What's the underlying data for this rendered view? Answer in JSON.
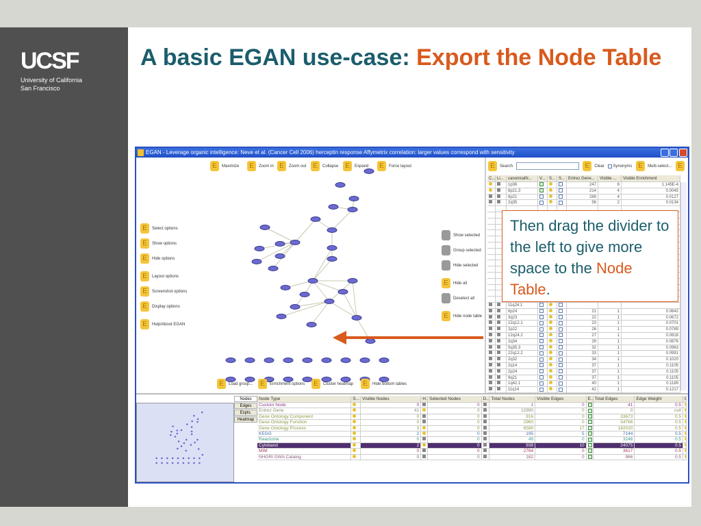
{
  "slide": {
    "title_part1": "A basic EGAN use-case: ",
    "title_part2": "Export the Node Table",
    "callout_part1": "Then drag the divider to the left to give more space to the ",
    "callout_highlight": "Node Table",
    "callout_end": "."
  },
  "logo": {
    "mark": "UCSF",
    "line1": "University of California",
    "line2": "San Francisco"
  },
  "colors": {
    "teal": "#1b5d6c",
    "orange": "#d85a1d",
    "selected_row": "#4f2f6e"
  },
  "window": {
    "title": "EGAN - Leverage organic intelligence: Neve et al. (Cancer Cell 2006) herceptin response Affymetrix correlation: larger values correspond with sensitivity"
  },
  "graph_toolbar": [
    "Maximize",
    "Zoom in",
    "Zoom out",
    "Collapse",
    "Expand",
    "Force layout"
  ],
  "left_menu": [
    "Select options",
    "Show options",
    "Hide options",
    "Layout options",
    "Screenshot options",
    "Display options",
    "Help/About EGAN"
  ],
  "mid_menu": [
    "Show selected",
    "Group selected",
    "Hide selected",
    "Hide all",
    "Deselect all",
    "Hide node table"
  ],
  "bottom_toolbar": [
    "Load group...",
    "Enrichment options",
    "Cluster heatmap",
    "Hide bottom tables"
  ],
  "search": {
    "label": "Search",
    "value": "",
    "clear": "Clear",
    "synonyms": "Synonyms",
    "multi": "Multi-select..."
  },
  "node_table": {
    "headers": [
      "C...",
      "Li...",
      "canonicalN...",
      "V...",
      "S...",
      "S...",
      "Entrez Gene...",
      "Visible ...",
      "Visible Enrichment"
    ],
    "top_rows": [
      {
        "c": "y",
        "name": "1p36",
        "v": true,
        "genes": "247",
        "vis": "6",
        "enr": "1.145E-4"
      },
      {
        "c": "y",
        "name": "6p21.3",
        "v": true,
        "genes": "214",
        "vis": "4",
        "enr": "0.0045"
      },
      {
        "c": "g",
        "name": "6p21",
        "v": false,
        "genes": "289",
        "vis": "4",
        "enr": "0.0127"
      },
      {
        "c": "g",
        "name": "2q35",
        "v": false,
        "genes": "56",
        "vis": "2",
        "enr": "0.0134"
      }
    ],
    "bottom_rows": [
      {
        "c": "g",
        "name": "11q24.1",
        "v": false,
        "genes": "",
        "vis": "",
        "enr": ""
      },
      {
        "c": "g",
        "name": "6p24",
        "v": false,
        "genes": "21",
        "vis": "1",
        "enr": "0.0642"
      },
      {
        "c": "g",
        "name": "3q23",
        "v": false,
        "genes": "22",
        "vis": "1",
        "enr": "0.0672"
      },
      {
        "c": "g",
        "name": "22q12.1",
        "v": false,
        "genes": "23",
        "vis": "1",
        "enr": "0.0701"
      },
      {
        "c": "g",
        "name": "2p22",
        "v": false,
        "genes": "26",
        "vis": "1",
        "enr": "0.0789"
      },
      {
        "c": "g",
        "name": "12q24.2",
        "v": false,
        "genes": "27",
        "vis": "1",
        "enr": "0.0818"
      },
      {
        "c": "g",
        "name": "2q34",
        "v": false,
        "genes": "29",
        "vis": "1",
        "enr": "0.0876"
      },
      {
        "c": "g",
        "name": "5q35.3",
        "v": false,
        "genes": "32",
        "vis": "1",
        "enr": "0.0963"
      },
      {
        "c": "g",
        "name": "22q12.2",
        "v": false,
        "genes": "33",
        "vis": "1",
        "enr": "0.0991"
      },
      {
        "c": "g",
        "name": "2q32",
        "v": false,
        "genes": "34",
        "vis": "1",
        "enr": "0.1020"
      },
      {
        "c": "g",
        "name": "2q14",
        "v": false,
        "genes": "37",
        "vis": "1",
        "enr": "0.1105"
      },
      {
        "c": "g",
        "name": "2p24",
        "v": false,
        "genes": "37",
        "vis": "1",
        "enr": "0.1105"
      },
      {
        "c": "g",
        "name": "9q21",
        "v": false,
        "genes": "37",
        "vis": "1",
        "enr": "0.1105"
      },
      {
        "c": "g",
        "name": "1q42.1",
        "v": false,
        "genes": "40",
        "vis": "1",
        "enr": "0.1189"
      },
      {
        "c": "g",
        "name": "11q14",
        "v": false,
        "genes": "41",
        "vis": "1",
        "enr": "0.1217"
      }
    ]
  },
  "bottom_tabs": [
    "Nodes",
    "Edges",
    "Expts.",
    "Heatmap"
  ],
  "type_table": {
    "headers": [
      "Node Type",
      "S...",
      "Visible Nodes",
      "H...",
      "Selected Nodes",
      "D...",
      "Total Nodes",
      "Visible Edges",
      "E...",
      "Total Edges",
      "Edge Weight",
      "C..."
    ],
    "rows": [
      {
        "type": "Custom Node",
        "color": "#8a3a8a",
        "vis": "0",
        "h": "g",
        "sel": "0",
        "total": "1",
        "vedges": "0",
        "tedges": "41",
        "w": "0.5"
      },
      {
        "type": "Entrez Gene",
        "color": "#8a8a70",
        "vis": "41",
        "h": "y",
        "sel": "0",
        "total": "12990",
        "vedges": "0",
        "tedges": "0",
        "w": "null"
      },
      {
        "type": "Gene Ontology Component",
        "color": "#8a9a40",
        "vis": "0",
        "h": "g",
        "sel": "0",
        "total": "916",
        "vedges": "0",
        "tedges": "33673",
        "w": "0.5"
      },
      {
        "type": "Gene Ontology Function",
        "color": "#8a9a40",
        "vis": "0",
        "h": "g",
        "sel": "0",
        "total": "2960",
        "vedges": "0",
        "tedges": "54766",
        "w": "0.5"
      },
      {
        "type": "Gene Ontology Process",
        "color": "#8a9a40",
        "vis": "3",
        "h": "y",
        "sel": "0",
        "total": "6589",
        "vedges": "17",
        "tedges": "182020",
        "w": "0.5"
      },
      {
        "type": "KEGG",
        "color": "#3a6aaa",
        "vis": "2",
        "h": "y",
        "sel": "0",
        "total": "195",
        "vedges": "5",
        "tedges": "7144",
        "w": "0.5"
      },
      {
        "type": "Reactome",
        "color": "#3a9a8a",
        "vis": "0",
        "h": "g",
        "sel": "0",
        "total": "49",
        "vedges": "0",
        "tedges": "3246",
        "w": "0.5"
      },
      {
        "type": "Cytoband",
        "color": "#ffffff",
        "vis": "2",
        "h": "y",
        "sel": "0",
        "total": "938",
        "vedges": "10",
        "tedges": "24075",
        "w": "0.5",
        "selected": true
      },
      {
        "type": "MIM",
        "color": "#aa3a5a",
        "vis": "0",
        "h": "g",
        "sel": "0",
        "total": "2764",
        "vedges": "0",
        "tedges": "3617",
        "w": "0.5"
      },
      {
        "type": "NHGRI GWA Catalog",
        "color": "#8a5a7a",
        "vis": "0",
        "h": "g",
        "sel": "0",
        "total": "182",
        "vedges": "0",
        "tedges": "966",
        "w": "0.5"
      }
    ]
  }
}
